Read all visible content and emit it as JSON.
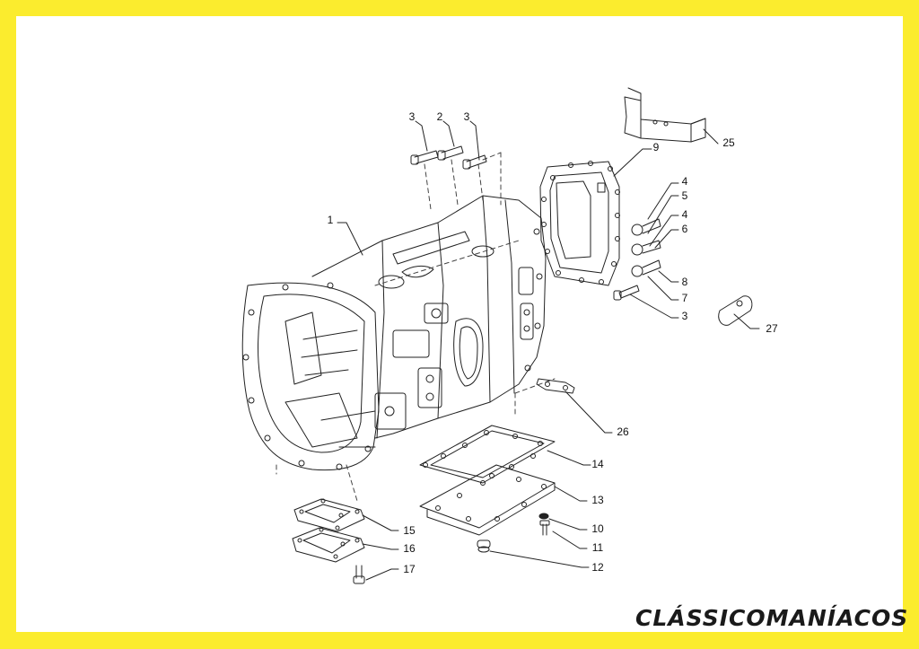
{
  "brand": {
    "watermark": "CLÁSSICOMANÍACOS",
    "frame_color": "#fbec2e"
  },
  "diagram": {
    "callouts": [
      {
        "id": "c1",
        "number": "1",
        "part": "transmission-housing"
      },
      {
        "id": "c2",
        "number": "2",
        "part": "bolt"
      },
      {
        "id": "c3a",
        "number": "3",
        "part": "bolt"
      },
      {
        "id": "c3b",
        "number": "3",
        "part": "bolt"
      },
      {
        "id": "c3c",
        "number": "3",
        "part": "bolt"
      },
      {
        "id": "c4a",
        "number": "4",
        "part": "bolt"
      },
      {
        "id": "c4b",
        "number": "4",
        "part": "bolt"
      },
      {
        "id": "c5",
        "number": "5",
        "part": "washer"
      },
      {
        "id": "c6",
        "number": "6",
        "part": "bolt"
      },
      {
        "id": "c7",
        "number": "7",
        "part": "washer"
      },
      {
        "id": "c8",
        "number": "8",
        "part": "bolt"
      },
      {
        "id": "c9",
        "number": "9",
        "part": "side-gasket"
      },
      {
        "id": "c10",
        "number": "10",
        "part": "washer"
      },
      {
        "id": "c11",
        "number": "11",
        "part": "screw"
      },
      {
        "id": "c12",
        "number": "12",
        "part": "drain-plug"
      },
      {
        "id": "c13",
        "number": "13",
        "part": "bottom-cover"
      },
      {
        "id": "c14",
        "number": "14",
        "part": "bottom-gasket"
      },
      {
        "id": "c15",
        "number": "15",
        "part": "cover-plate"
      },
      {
        "id": "c16",
        "number": "16",
        "part": "cover-gasket"
      },
      {
        "id": "c17",
        "number": "17",
        "part": "bolt"
      },
      {
        "id": "c25",
        "number": "25",
        "part": "bracket"
      },
      {
        "id": "c26",
        "number": "26",
        "part": "plate"
      },
      {
        "id": "c27",
        "number": "27",
        "part": "plate"
      }
    ]
  }
}
